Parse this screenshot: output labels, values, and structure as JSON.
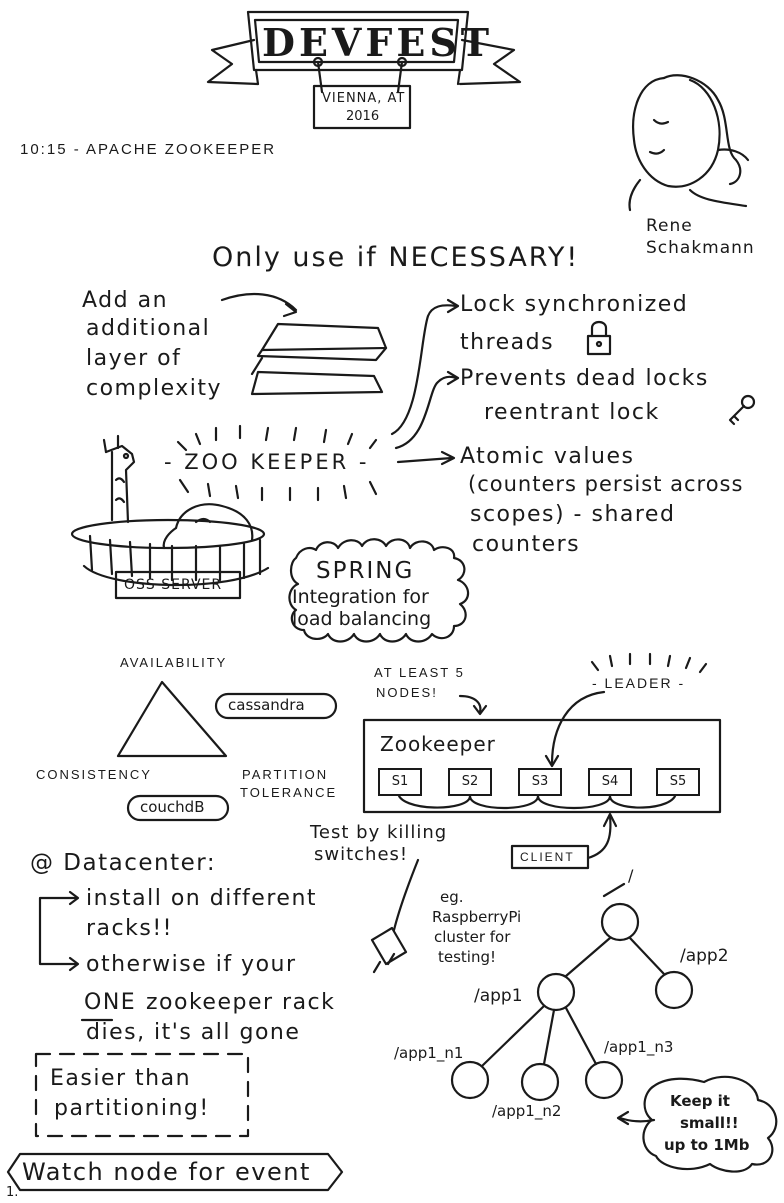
{
  "banner": {
    "title": "DEVFEST",
    "location": "VIENNA, AT",
    "year": "2016"
  },
  "session": {
    "time_title": "10:15 - APACHE ZOOKEEPER"
  },
  "speaker": {
    "name_first": "Rene",
    "name_last": "Schakmann"
  },
  "headline": "Only use if NECESSARY!",
  "complexity": {
    "line1": "Add an",
    "line2": "additional",
    "line3": "layer of",
    "line4": "complexity"
  },
  "zookeeper_label": "- ZOO KEEPER -",
  "oss_server": "OSS SERVER",
  "features": {
    "lock_line1": "Lock synchronized",
    "lock_line2": "threads",
    "deadlock_line1": "Prevents dead locks",
    "deadlock_line2": "reentrant lock",
    "atomic_line1": "Atomic values",
    "atomic_line2": "(counters persist across",
    "atomic_line3": "scopes) - shared",
    "atomic_line4": "counters"
  },
  "spring": {
    "title": "SPRING",
    "line2": "Integration for",
    "line3": "load balancing"
  },
  "cap": {
    "availability": "AVAILABILITY",
    "consistency": "CONSISTENCY",
    "partition_line1": "PARTITION",
    "partition_line2": "TOLERANCE",
    "cassandra": "cassandra",
    "couchdb": "couchdB"
  },
  "cluster": {
    "at_least_line1": "AT LEAST 5",
    "at_least_line2": "NODES!",
    "leader": "- LEADER -",
    "title": "Zookeeper",
    "nodes": [
      "S1",
      "S2",
      "S3",
      "S4",
      "S5"
    ],
    "client": "CLIENT"
  },
  "test": {
    "line1": "Test by killing",
    "line2": "switches!"
  },
  "datacenter": {
    "title": "@ Datacenter:",
    "item1_line1": "install on different",
    "item1_line2": "racks!!",
    "item2_line1": "otherwise if your",
    "item2_line2_em": "ONE",
    "item2_line2": "zookeeper rack",
    "item2_line3": "dies, it's all gone"
  },
  "raspberry": {
    "line1": "eg.",
    "line2": "RaspberryPi",
    "line3": "cluster for",
    "line4": "testing!"
  },
  "tree": {
    "root": "/",
    "app1": "/app1",
    "app2": "/app2",
    "n1": "/app1_n1",
    "n2": "/app1_n2",
    "n3": "/app1_n3"
  },
  "keep_small": {
    "line1": "Keep it",
    "line2": "small!!",
    "line3": "up to 1Mb"
  },
  "easier": {
    "line1": "Easier than",
    "line2": "partitioning!"
  },
  "watch": "Watch node for event",
  "page_number": "1."
}
